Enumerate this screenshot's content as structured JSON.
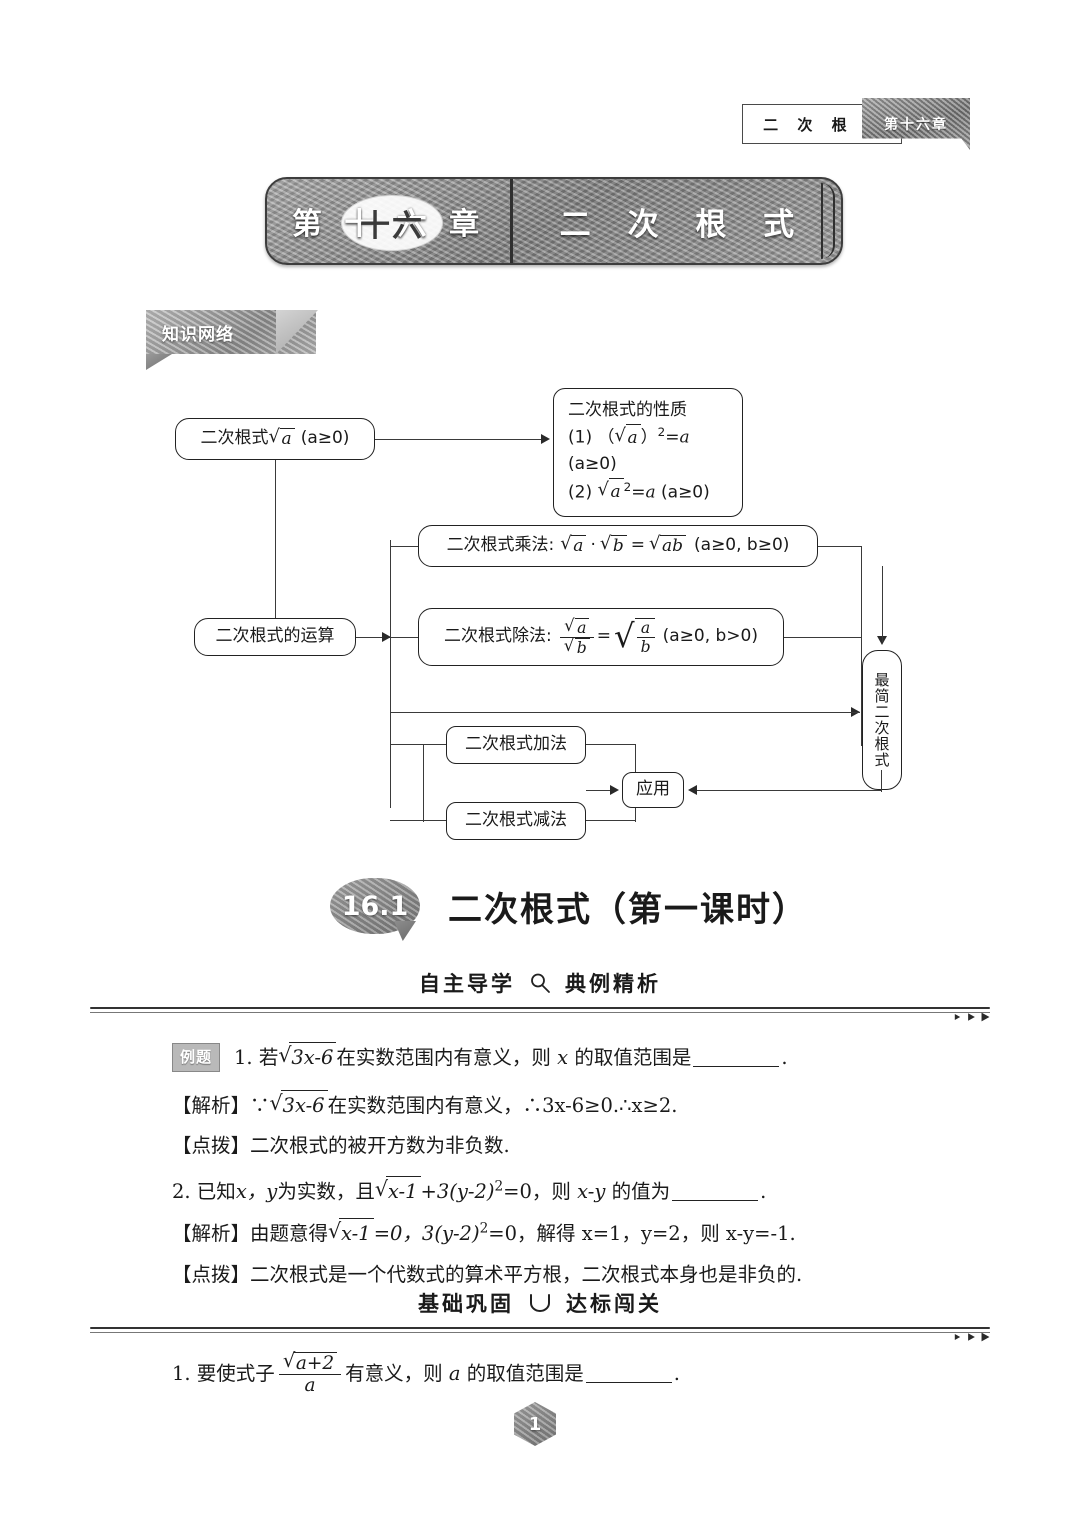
{
  "header": {
    "box_title": "二 次 根 式",
    "tab_title": "第十六章"
  },
  "chapter_banner": {
    "left_prefix": "第",
    "left_ellipse": "十六",
    "left_suffix": "章",
    "left_full": "第 十 六 章",
    "right_title": "二 次 根 式"
  },
  "ribbon": {
    "label": "知识网络"
  },
  "mindmap": {
    "root": "二次根式",
    "root_radicand": "a",
    "root_cond": "(a≥0)",
    "properties": {
      "title": "二次根式的性质",
      "item1_label": "(1)",
      "item1_radicand": "a",
      "item1_rest": "=a",
      "item1_cond": "(a≥0)",
      "item2_label": "(2)",
      "item2_radicand": "a",
      "item2_rest": "=a",
      "item2_cond": "(a≥0)"
    },
    "operations": "二次根式的运算",
    "multiplication": {
      "label": "二次根式乘法:",
      "a": "a",
      "b": "b",
      "ab": "ab",
      "cond": "(a≥0, b≥0)"
    },
    "division": {
      "label": "二次根式除法:",
      "num": "a",
      "den": "b",
      "frac_num": "a",
      "frac_den": "b",
      "cond": "(a≥0, b>0)"
    },
    "addition": "二次根式加法",
    "subtraction": "二次根式减法",
    "application": "应用",
    "simplest": "最简二次根式"
  },
  "section": {
    "number": "16.1",
    "title": "二次根式（第一课时）"
  },
  "subsections": [
    {
      "left": "自主导学",
      "icon": "magnifier-icon",
      "right": "典例精析"
    },
    {
      "left": "基础巩固",
      "icon": "u-curve-icon",
      "right": "达标闯关"
    }
  ],
  "examples": {
    "tag": "例题",
    "q1_prefix": "1. 若",
    "q1_radicand": "3x-6",
    "q1_mid": "在实数范围内有意义，则",
    "q1_var": "x",
    "q1_tail": "的取值范围是",
    "q1_end": ".",
    "a1_tag": "【解析】",
    "a1_pre": "∵",
    "a1_radicand": "3x-6",
    "a1_post": "在实数范围内有意义，∴3x-6≥0.∴x≥2.",
    "t1_tag": "【点拨】",
    "t1_text": "二次根式的被开方数为非负数.",
    "q2_prefix": "2. 已知",
    "q2_vars": "x，y",
    "q2_mid1": "为实数，且",
    "q2_radicand": "x-1",
    "q2_mid2": "+3(y-2)",
    "q2_sup": "2",
    "q2_mid3": "=0，则",
    "q2_target": "x-y",
    "q2_tail": "的值为",
    "q2_end": ".",
    "a2_tag": "【解析】",
    "a2_pre": "由题意得",
    "a2_radicand": "x-1",
    "a2_post1": "=0，3(y-2)",
    "a2_sup": "2",
    "a2_post2": "=0，解得 x=1，y=2，则 x-y=-1.",
    "t2_tag": "【点拨】",
    "t2_text": "二次根式是一个代数式的算术平方根，二次根式本身也是非负的."
  },
  "exercises": {
    "e1_prefix": "1. 要使式子",
    "e1_frac_num": "a+2",
    "e1_frac_den": "a",
    "e1_mid": "有意义，则",
    "e1_var": "a",
    "e1_tail": "的取值范围是",
    "e1_end": "."
  },
  "footer": {
    "page_number": "1"
  }
}
